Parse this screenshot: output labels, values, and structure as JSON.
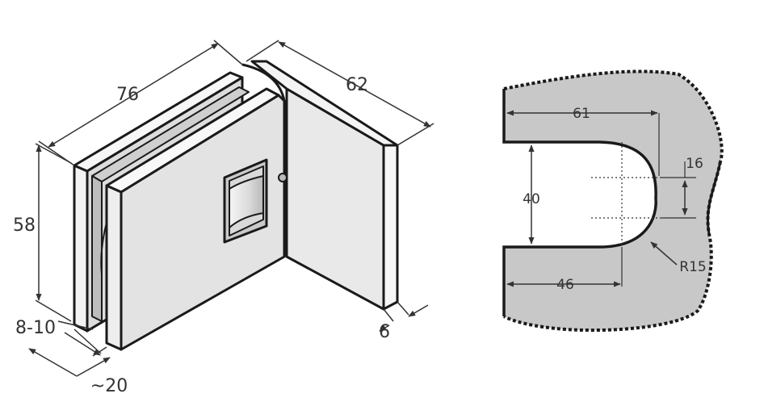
{
  "hinge_3d": {
    "labels": {
      "depth_total": "76",
      "wing_width": "62",
      "height": "58",
      "glass_thickness": "8-10",
      "wing_thickness": "6",
      "body_thickness": "~20"
    }
  },
  "cutout_detail": {
    "labels": {
      "depth_to_slot": "61",
      "slot_height": "40",
      "hole_spacing": "16",
      "slot_length": "46",
      "radius": "R15"
    }
  },
  "colors": {
    "line": "#1a1a1a",
    "dim_line": "#333333",
    "metal_face": "#e6e6e6",
    "metal_side": "#f4f4f4",
    "metal_shadow": "#c9c9c9",
    "glass_fill": "#c8c8c8"
  }
}
